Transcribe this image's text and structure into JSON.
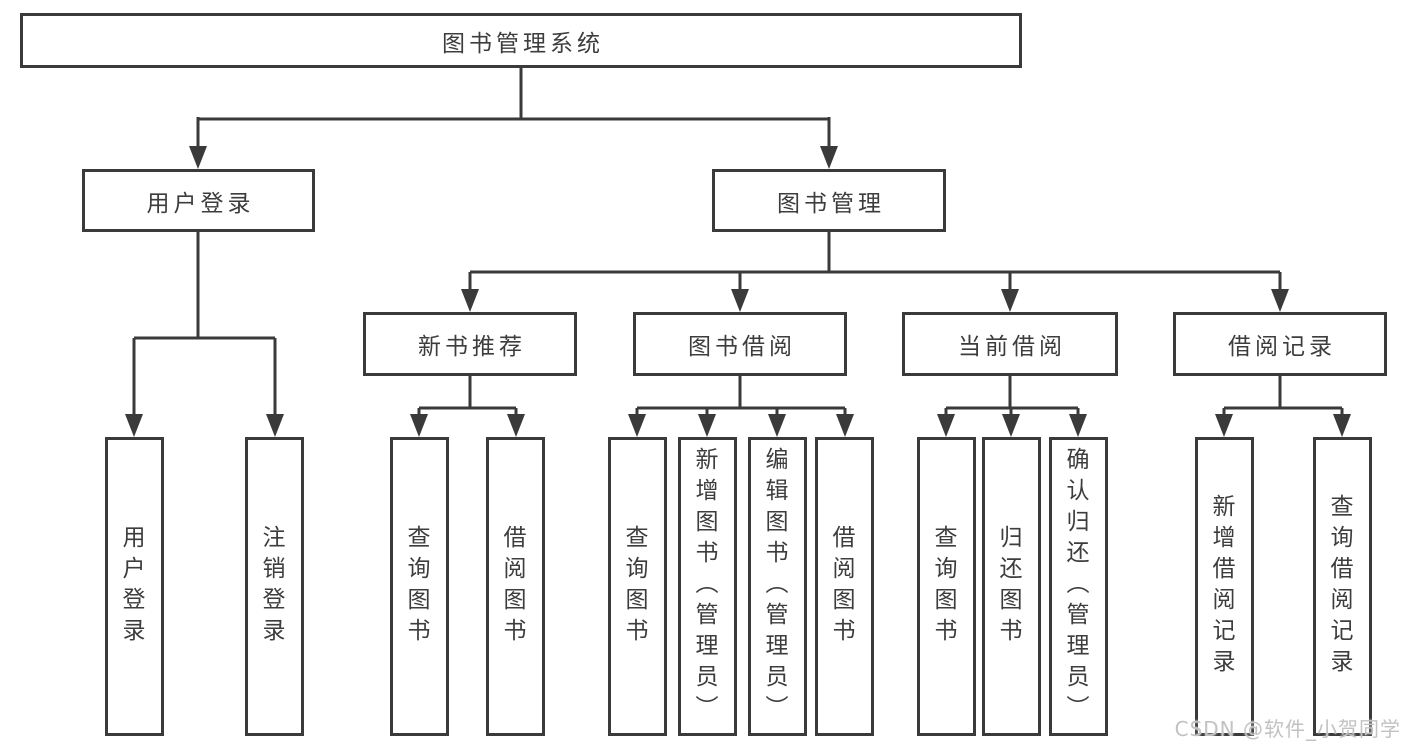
{
  "nodes": {
    "root": "图书管理系统",
    "level2": {
      "user_login": "用户登录",
      "book_mgmt": "图书管理"
    },
    "level3": {
      "new_book_rec": "新书推荐",
      "book_borrow": "图书借阅",
      "current_borrow": "当前借阅",
      "borrow_records": "借阅记录"
    },
    "leaves": {
      "user_login": "用户登录",
      "logout": "注销登录",
      "rec_query_books": "查询图书",
      "rec_borrow_books": "借阅图书",
      "bb_query_books": "查询图书",
      "bb_add_books": "新增图书（管理员）",
      "bb_edit_books": "编辑图书（管理员）",
      "bb_borrow_books": "借阅图书",
      "cb_query_books": "查询图书",
      "cb_return_books": "归还图书",
      "cb_confirm_return": "确认归还（管理员）",
      "br_add_record": "新增借阅记录",
      "br_query_record": "查询借阅记录"
    }
  },
  "watermark": "CSDN @软件_小贺同学",
  "colors": {
    "line": "#3a3a3a",
    "text": "#3d3d3d",
    "box_background": "#ffffff",
    "watermark": "#c3c1c1",
    "page_background": "#ffffff"
  }
}
